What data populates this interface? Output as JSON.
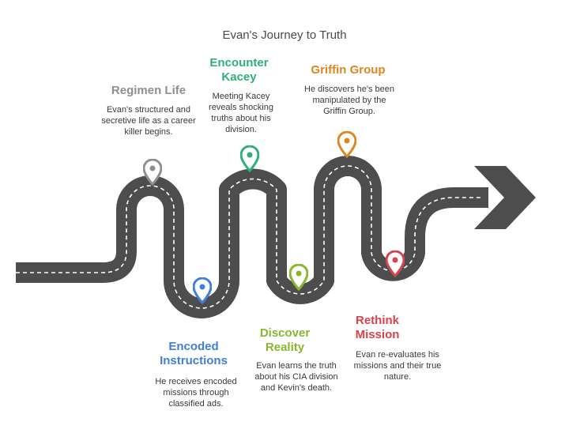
{
  "title": "Evan's Journey to Truth",
  "milestones": [
    {
      "id": "regimen",
      "label": "Regimen Life",
      "description": "Evan's structured and secretive life as a career killer begins.",
      "color": "#8f8f8f",
      "icon": "map-pin-icon"
    },
    {
      "id": "encoded",
      "label": "Encoded Instructions",
      "description": "He receives encoded missions through classified ads.",
      "color": "#3f7fd9",
      "icon": "map-pin-icon"
    },
    {
      "id": "kacey",
      "label": "Encounter Kacey",
      "description": "Meeting Kacey reveals shocking truths about his division.",
      "color": "#2fb07a",
      "icon": "map-pin-icon"
    },
    {
      "id": "reality",
      "label": "Discover Reality",
      "description": "Evan learns the truth about his CIA division and Kevin's death.",
      "color": "#86b72d",
      "icon": "map-pin-icon"
    },
    {
      "id": "griffin",
      "label": "Griffin Group",
      "description": "He discovers he's been manipulated by the Griffin Group.",
      "color": "#e0861f",
      "icon": "map-pin-icon"
    },
    {
      "id": "rethink",
      "label": "Rethink Mission",
      "description": "Evan re-evaluates his missions and their true nature.",
      "color": "#d9434a",
      "icon": "map-pin-icon"
    }
  ],
  "road_color": "#4d4d4d"
}
